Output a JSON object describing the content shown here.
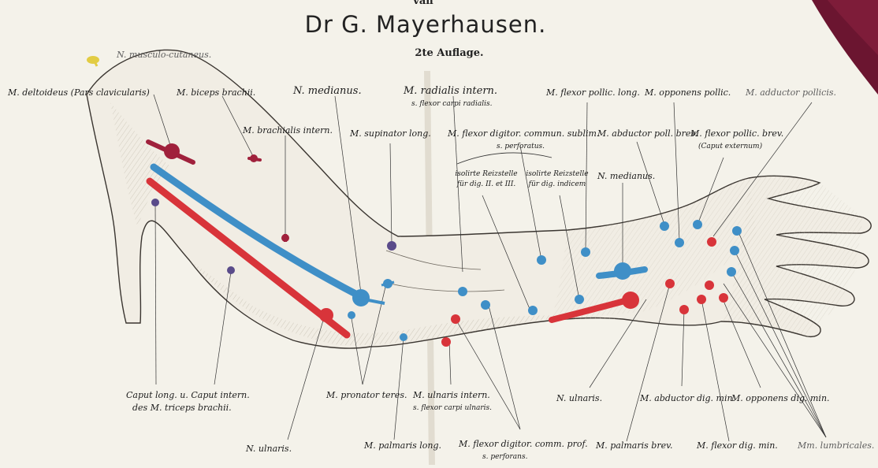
{
  "header": {
    "van": "van",
    "author": "Dr G. Mayerhausen.",
    "edition": "2te Auflage."
  },
  "labels": {
    "n_musculocutaneus": "N. musculo-cutaneus.",
    "m_deltoideus": "M. deltoideus (Pars clavicularis)",
    "m_biceps": "M. biceps brachii.",
    "n_medianus_upper": "N. medianus.",
    "m_radialis_intern": "M. radialis intern.",
    "m_radialis_intern_sub": "s. flexor carpi radialis.",
    "m_flexor_pollic_long": "M. flexor pollic. long.",
    "m_opponens_pollic": "M. opponens pollic.",
    "m_adductor_pollicis": "M. adductor pollicis.",
    "m_brachialis_intern": "M. brachialis intern.",
    "m_supinator_long": "M. supinator long.",
    "m_flexor_digitor_sublim": "M. flexor digitor. commun. sublim.",
    "m_flexor_digitor_sublim_sub": "s. perforatus.",
    "m_abductor_poll_brev": "M. abductor poll. brev.",
    "m_flexor_pollic_brev": "M. flexor pollic. brev.",
    "m_flexor_pollic_brev_sub": "(Caput externum)",
    "isolirte_1_a": "isolirte Reizstelle",
    "isolirte_1_b": "für dig. II. et III.",
    "isolirte_2_a": "isolirte Reizstelle",
    "isolirte_2_b": "für dig. indicem",
    "n_medianus_lower": "N. medianus.",
    "caput_triceps_1": "Caput long. u. Caput intern.",
    "caput_triceps_2": "des M. triceps brachii.",
    "m_pronator_teres": "M. pronator teres.",
    "m_ulnaris_intern": "M. ulnaris intern.",
    "m_ulnaris_intern_sub": "s. flexor carpi ulnaris.",
    "n_ulnaris_wrist": "N. ulnaris.",
    "m_abductor_dig_min": "M. abductor dig. min.",
    "m_opponens_dig_min": "M. opponens dig. min.",
    "n_ulnaris_bottom": "N. ulnaris.",
    "m_palmaris_long": "M. palmaris long.",
    "m_flexor_digitor_prof": "M. flexor digitor. comm. prof.",
    "m_flexor_digitor_prof_sub": "s. perforans.",
    "m_palmaris_brev": "M. palmaris brev.",
    "m_flexor_dig_min": "M. flexor dig. min.",
    "mm_lumbricales": "Mm. lumbricales."
  },
  "colors": {
    "paper": "#f4f2ea",
    "nerve_blue": "#3f8fc7",
    "artery_red": "#d8343a",
    "crimson_point": "#a0213c",
    "purple_point": "#5a4b8a",
    "yellow_point": "#e2cc43",
    "book_cover": "#6b1530",
    "label_ink": "#1c1c1c"
  }
}
